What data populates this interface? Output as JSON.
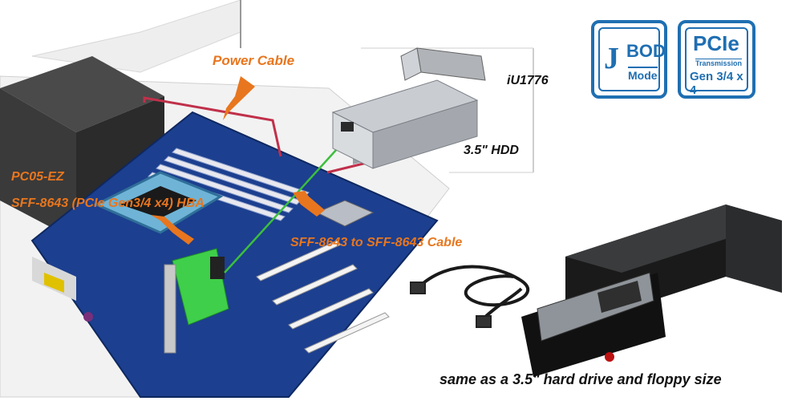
{
  "labels": {
    "power_cable": "Power Cable",
    "device": "iU1776",
    "hdd": "3.5\" HDD",
    "controller": "PC05-EZ",
    "hba": "SFF-8643 (PCIe Gen3/4 x4) HBA",
    "cable": "SFF-8643 to SFF-8643 Cable",
    "caption": "same as a 3.5\" hard drive and floppy size"
  },
  "badges": {
    "jbod": {
      "line1": "J",
      "line2": "BOD",
      "line3": "Mode"
    },
    "pcie": {
      "line1": "PCIe",
      "line2": "Transmission",
      "line3": "Gen 3/4 x 4"
    }
  },
  "colors": {
    "accent_orange": "#e8761e",
    "badge_blue": "#1f6fb2",
    "board_blue": "#1c3f8f",
    "power_cable_red": "#c0304a",
    "data_cable_green": "#3cbf3c"
  }
}
